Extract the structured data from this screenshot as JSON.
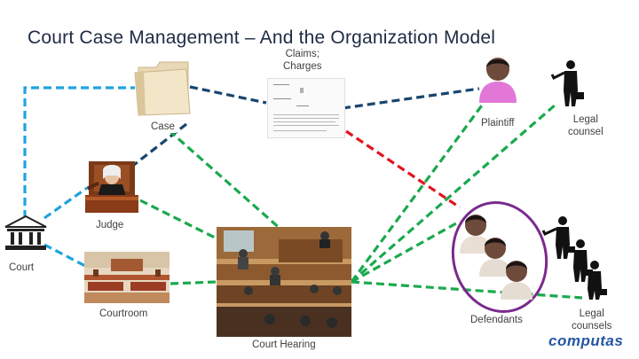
{
  "slide": {
    "title": "Court Case Management – And the Organization Model",
    "logo_text": "computas"
  },
  "nodes": {
    "claims": "Claims;\nCharges",
    "case": "Case",
    "plaintiff": "Plaintiff",
    "legal_counsel": "Legal\ncounsel",
    "judge": "Judge",
    "court": "Court",
    "courtroom": "Courtroom",
    "court_hearing": "Court Hearing",
    "defendants": "Defendants",
    "legal_counsels": "Legal\ncounsels"
  },
  "colors": {
    "court_links": "#1fa3e0",
    "case_links": "#17456e",
    "hearing_links": "#1aa94e",
    "plaintiff_defendant_link": "#e0141e",
    "defendant_group_ring": "#7a2a8c",
    "title": "#1f2a44",
    "logo": "#2457a4"
  },
  "icons": [
    "folder-icon",
    "document-icon",
    "person-plaintiff-icon",
    "businessman-icon",
    "judge-icon",
    "courthouse-icon",
    "courtroom-photo",
    "hearing-photo",
    "defendants-group-icon",
    "counsels-group-icon"
  ]
}
